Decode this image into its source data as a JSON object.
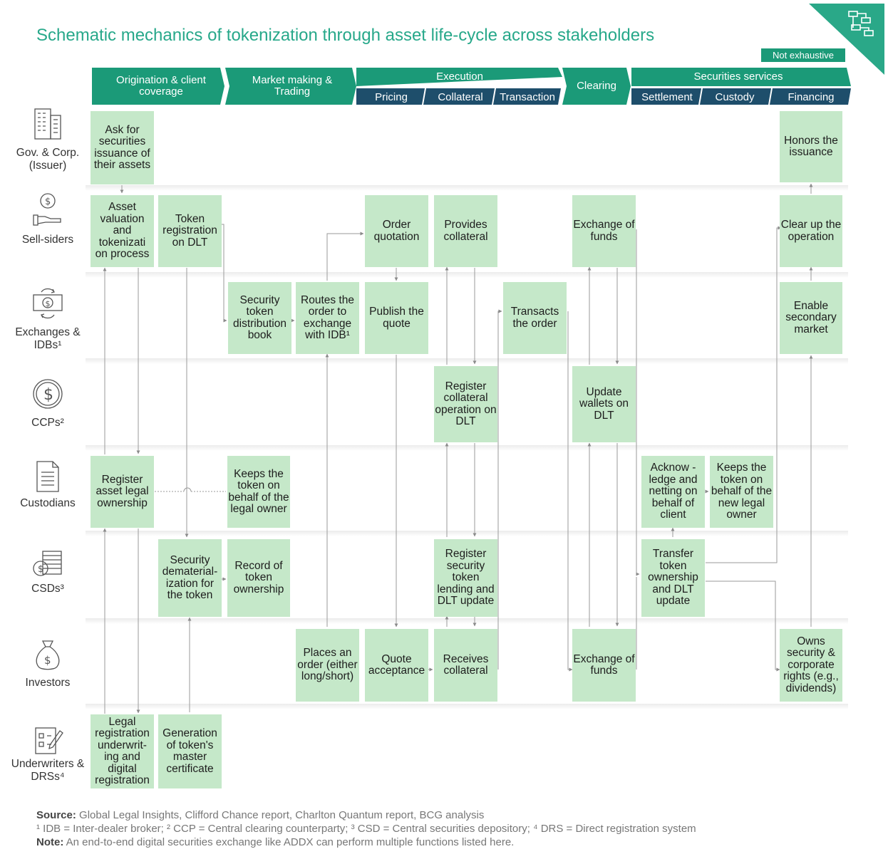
{
  "title": "Schematic mechanics of tokenization through asset life-cycle across stakeholders",
  "badge": "Not exhaustive",
  "colors": {
    "accent": "#27a88a",
    "teal": "#1b9a78",
    "navy": "#1e4e6b",
    "box": "#c5e8c9"
  },
  "headers": {
    "origination": "Origination & client coverage",
    "market_making": "Market making & Trading",
    "execution": "Execution",
    "pricing": "Pricing",
    "collateral": "Collateral",
    "transaction": "Transaction",
    "clearing": "Clearing",
    "securities_services": "Securities services",
    "settlement": "Settlement",
    "custody": "Custody",
    "financing": "Financing"
  },
  "rows": {
    "issuer": "Gov. & Corp. (Issuer)",
    "sell_siders": "Sell-siders",
    "exchanges": "Exchanges & IDBs¹",
    "ccps": "CCPs²",
    "custodians": "Custodians",
    "csds": "CSDs³",
    "investors": "Investors",
    "underwriters": "Underwriters & DRSs⁴"
  },
  "boxes": {
    "ask_issuance": "Ask for securities issuance of their assets",
    "honors_issuance": "Honors the issuance",
    "asset_valuation": "Asset valuation and tokenizati on process",
    "token_registration": "Token registration on DLT",
    "order_quotation": "Order quotation",
    "provides_collateral": "Provides collateral",
    "exchange_funds_seller": "Exchange of funds",
    "clear_up": "Clear up the operation",
    "security_token_book": "Security token distribution book",
    "routes_order": "Routes the order to exchange with IDB¹",
    "publish_quote": "Publish the quote",
    "transacts_order": "Transacts the order",
    "enable_secondary": "Enable secondary market",
    "register_collateral": "Register collateral operation on DLT",
    "update_wallets": "Update wallets on DLT",
    "register_legal": "Register asset legal ownership",
    "keeps_token_legal": "Keeps the token on behalf of the legal owner",
    "acknowledge": "Acknow -ledge and netting on behalf of client",
    "keeps_token_new": "Keeps the token on behalf of the new legal owner",
    "dematerialization": "Security dematerial- ization for the token",
    "record_ownership": "Record of token ownership",
    "register_lending": "Register security token lending and DLT update",
    "transfer_token": "Transfer token ownership and DLT update",
    "places_order": "Places an order (either long/short)",
    "quote_acceptance": "Quote acceptance",
    "receives_collateral": "Receives collateral",
    "exchange_funds_investor": "Exchange of funds",
    "owns_security": "Owns security & corporate rights (e.g., dividends)",
    "legal_registration": "Legal registration underwrit- ing and digital registration",
    "generation_certificate": "Generation of token's master certificate"
  },
  "footer": {
    "source_label": "Source:",
    "source_text": " Global Legal Insights, Clifford Chance report, Charlton Quantum report, BCG analysis",
    "abbreviations": "¹ IDB = Inter-dealer broker; ² CCP = Central clearing counterparty; ³ CSD = Central securities depository; ⁴ DRS = Direct registration system",
    "note_label": "Note:",
    "note_text": " An end-to-end digital securities exchange like ADDX can perform multiple functions listed here."
  }
}
